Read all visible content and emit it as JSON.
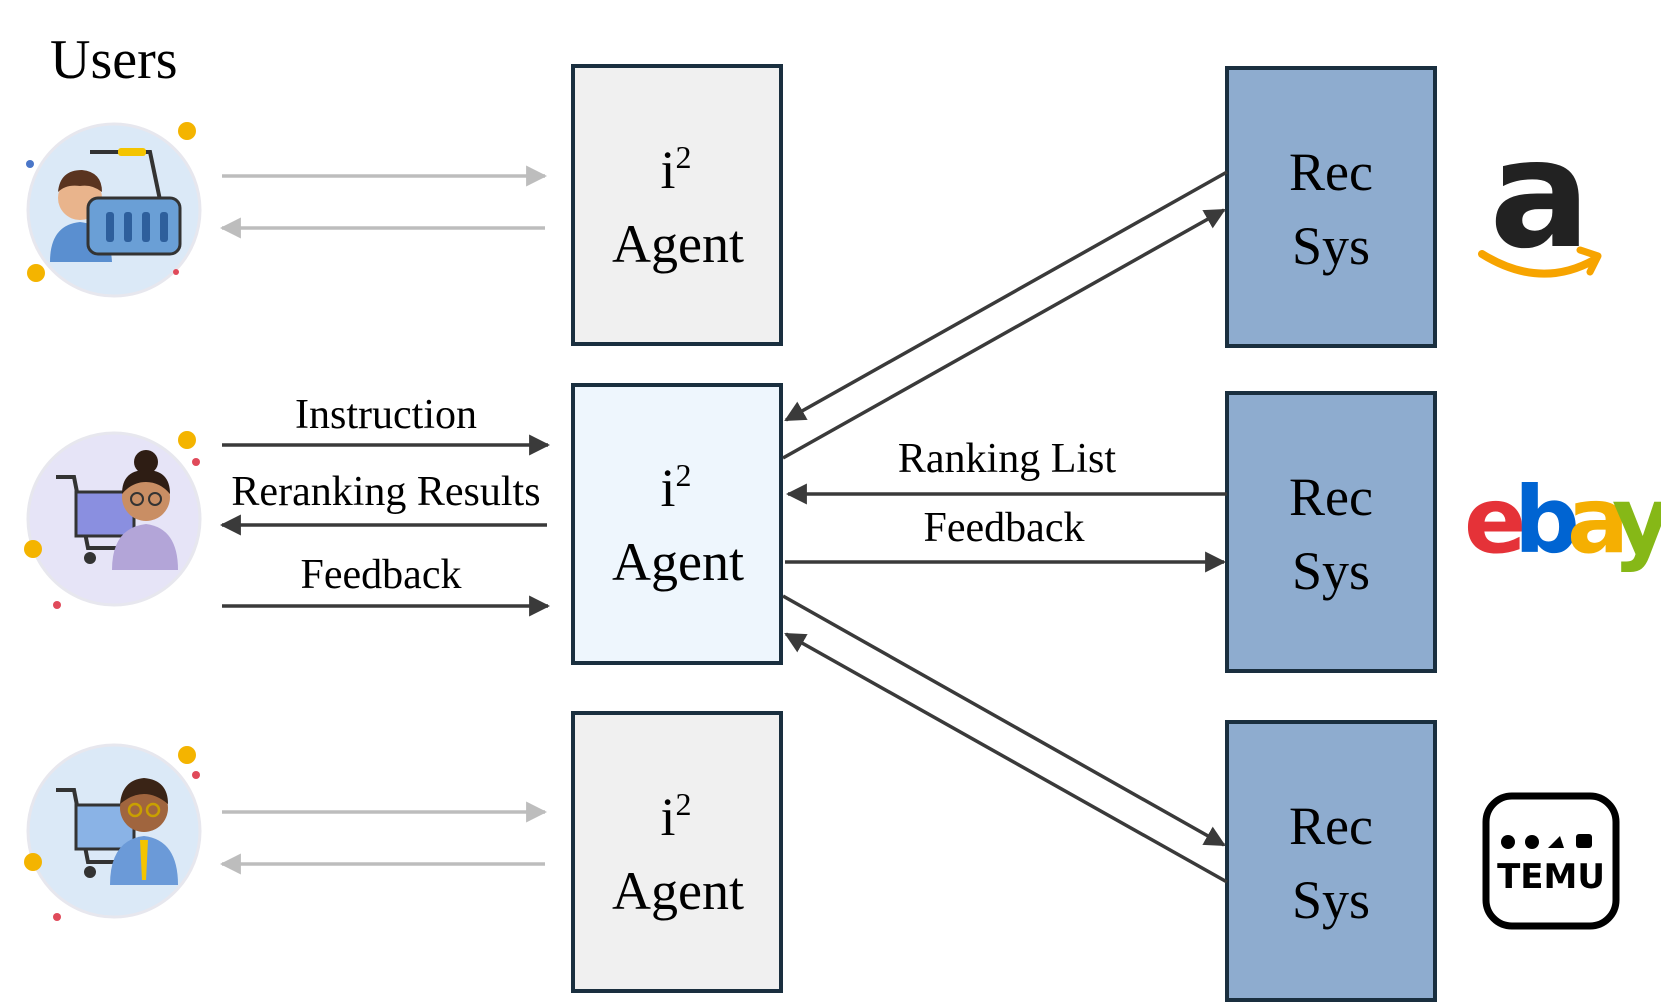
{
  "title": "Users",
  "agents": [
    {
      "label_i": "i",
      "label_sup": "2",
      "label_name": "Agent",
      "fill": "#f0f0f0"
    },
    {
      "label_i": "i",
      "label_sup": "2",
      "label_name": "Agent",
      "fill": "#eef6fd"
    },
    {
      "label_i": "i",
      "label_sup": "2",
      "label_name": "Agent",
      "fill": "#f0f0f0"
    }
  ],
  "recsys": [
    {
      "line1": "Rec",
      "line2": "Sys",
      "fill": "#8eaccf"
    },
    {
      "line1": "Rec",
      "line2": "Sys",
      "fill": "#8eaccf"
    },
    {
      "line1": "Rec",
      "line2": "Sys",
      "fill": "#8eaccf"
    }
  ],
  "user_agent_labels": {
    "instruction": "Instruction",
    "reranking": "Reranking Results",
    "feedback": "Feedback"
  },
  "agent_rec_labels": {
    "ranking_list": "Ranking List",
    "feedback": "Feedback"
  },
  "logos": {
    "amazon": "a",
    "ebay": {
      "e": "e",
      "b": "b",
      "a": "a",
      "y": "y"
    },
    "temu": "TEMU"
  },
  "colors": {
    "box_border": "#1a2f3f",
    "active_arrow": "#3a3a3a",
    "inactive_arrow": "#bdbdbd",
    "amazon_orange": "#f7a400",
    "ebay_red": "#e53238",
    "ebay_blue": "#0064d2",
    "ebay_yellow": "#f5af02",
    "ebay_green": "#86b817"
  }
}
